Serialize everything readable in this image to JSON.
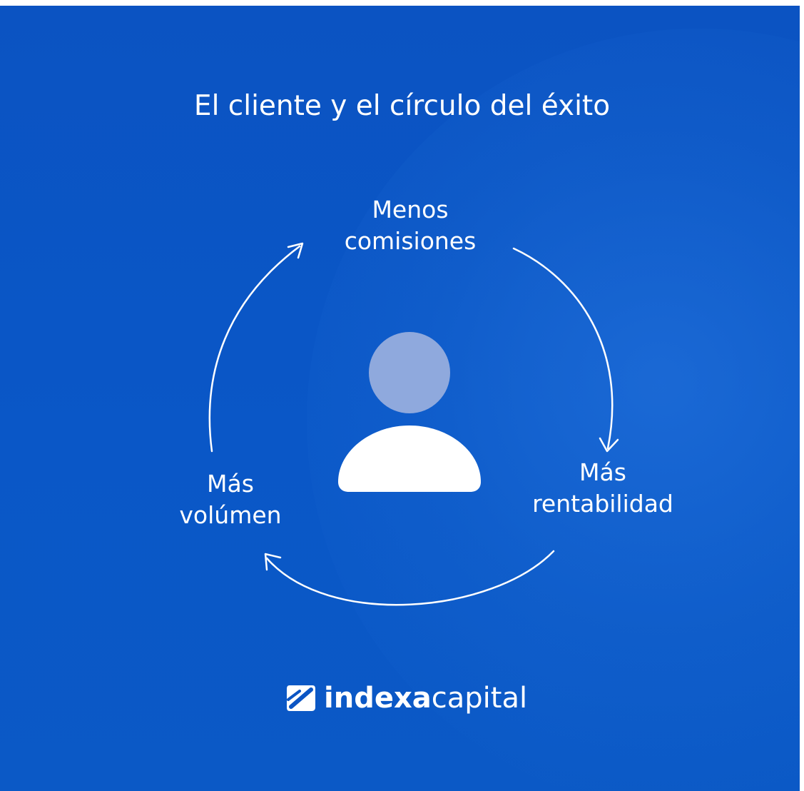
{
  "title": "El cliente y el círculo del éxito",
  "cycle": {
    "top": {
      "line1": "Menos",
      "line2": "comisiones"
    },
    "right": {
      "line1": "Más",
      "line2": "rentabilidad"
    },
    "left": {
      "line1": "Más",
      "line2": "volúmen"
    }
  },
  "center_icon": "user-icon",
  "logo": {
    "bold": "indexa",
    "light": "capital",
    "icon": "indexa-logo-mark-icon"
  },
  "colors": {
    "background": "#0b55c4",
    "foreground": "#ffffff",
    "avatar_head": "#8fa9dd"
  }
}
